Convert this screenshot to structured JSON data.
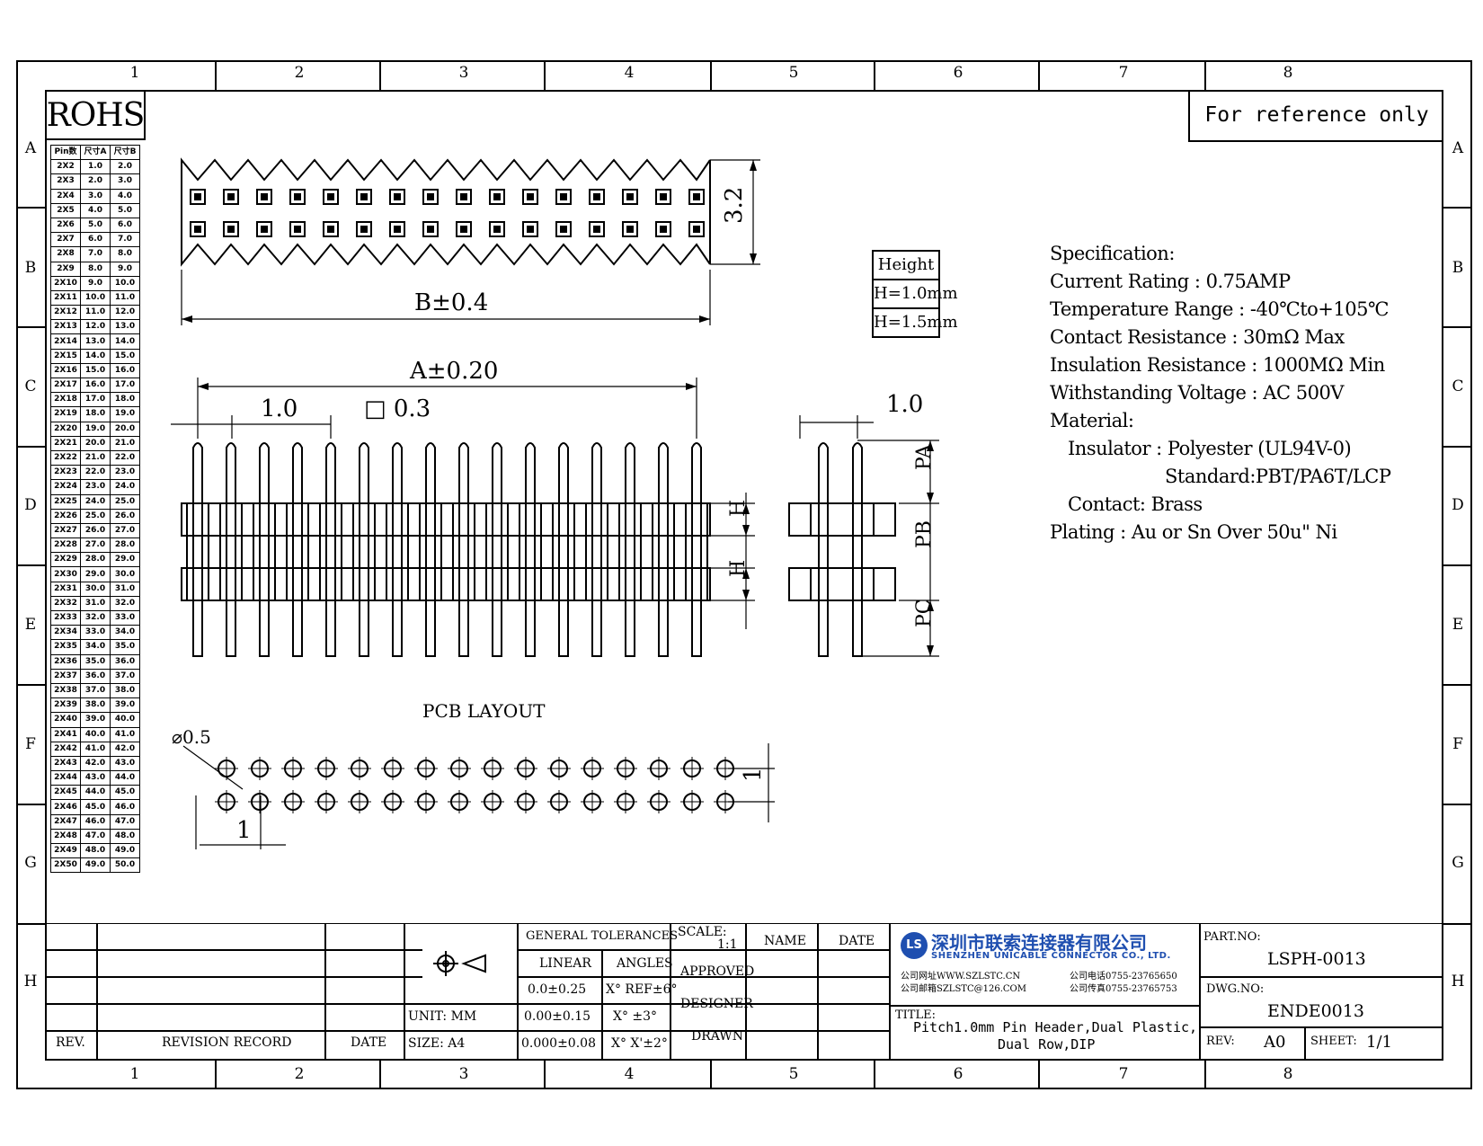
{
  "frame": {
    "col_numbers": [
      "1",
      "2",
      "3",
      "4",
      "5",
      "6",
      "7",
      "8"
    ],
    "row_letters": [
      "A",
      "B",
      "C",
      "D",
      "E",
      "F",
      "G",
      "H"
    ]
  },
  "rohs_label": "ROHS",
  "reference_note": "For reference only",
  "size_table": {
    "headers": [
      "Pin数",
      "尺寸A",
      "尺寸B"
    ],
    "rows": [
      [
        "2X2",
        "1.0",
        "2.0"
      ],
      [
        "2X3",
        "2.0",
        "3.0"
      ],
      [
        "2X4",
        "3.0",
        "4.0"
      ],
      [
        "2X5",
        "4.0",
        "5.0"
      ],
      [
        "2X6",
        "5.0",
        "6.0"
      ],
      [
        "2X7",
        "6.0",
        "7.0"
      ],
      [
        "2X8",
        "7.0",
        "8.0"
      ],
      [
        "2X9",
        "8.0",
        "9.0"
      ],
      [
        "2X10",
        "9.0",
        "10.0"
      ],
      [
        "2X11",
        "10.0",
        "11.0"
      ],
      [
        "2X12",
        "11.0",
        "12.0"
      ],
      [
        "2X13",
        "12.0",
        "13.0"
      ],
      [
        "2X14",
        "13.0",
        "14.0"
      ],
      [
        "2X15",
        "14.0",
        "15.0"
      ],
      [
        "2X16",
        "15.0",
        "16.0"
      ],
      [
        "2X17",
        "16.0",
        "17.0"
      ],
      [
        "2X18",
        "17.0",
        "18.0"
      ],
      [
        "2X19",
        "18.0",
        "19.0"
      ],
      [
        "2X20",
        "19.0",
        "20.0"
      ],
      [
        "2X21",
        "20.0",
        "21.0"
      ],
      [
        "2X22",
        "21.0",
        "22.0"
      ],
      [
        "2X23",
        "22.0",
        "23.0"
      ],
      [
        "2X24",
        "23.0",
        "24.0"
      ],
      [
        "2X25",
        "24.0",
        "25.0"
      ],
      [
        "2X26",
        "25.0",
        "26.0"
      ],
      [
        "2X27",
        "26.0",
        "27.0"
      ],
      [
        "2X28",
        "27.0",
        "28.0"
      ],
      [
        "2X29",
        "28.0",
        "29.0"
      ],
      [
        "2X30",
        "29.0",
        "30.0"
      ],
      [
        "2X31",
        "30.0",
        "31.0"
      ],
      [
        "2X32",
        "31.0",
        "32.0"
      ],
      [
        "2X33",
        "32.0",
        "33.0"
      ],
      [
        "2X34",
        "33.0",
        "34.0"
      ],
      [
        "2X35",
        "34.0",
        "35.0"
      ],
      [
        "2X36",
        "35.0",
        "36.0"
      ],
      [
        "2X37",
        "36.0",
        "37.0"
      ],
      [
        "2X38",
        "37.0",
        "38.0"
      ],
      [
        "2X39",
        "38.0",
        "39.0"
      ],
      [
        "2X40",
        "39.0",
        "40.0"
      ],
      [
        "2X41",
        "40.0",
        "41.0"
      ],
      [
        "2X42",
        "41.0",
        "42.0"
      ],
      [
        "2X43",
        "42.0",
        "43.0"
      ],
      [
        "2X44",
        "43.0",
        "44.0"
      ],
      [
        "2X45",
        "44.0",
        "45.0"
      ],
      [
        "2X46",
        "45.0",
        "46.0"
      ],
      [
        "2X47",
        "46.0",
        "47.0"
      ],
      [
        "2X48",
        "47.0",
        "48.0"
      ],
      [
        "2X49",
        "48.0",
        "49.0"
      ],
      [
        "2X50",
        "49.0",
        "50.0"
      ]
    ]
  },
  "dimensions": {
    "top_height": "3.2",
    "b_dim": "B±0.4",
    "a_dim": "A±0.20",
    "pitch": "1.0",
    "pin_square": "□ 0.3",
    "side_pitch": "1.0",
    "h_label": "H",
    "pa_label": "PA",
    "pb_label": "PB",
    "pc_label": "PC",
    "pcb_title": "PCB LAYOUT",
    "hole_dia": "⌀0.5",
    "pcb_pitch_x": "1",
    "pcb_pitch_y": "1"
  },
  "height_table": {
    "header": "Height",
    "rows": [
      "H=1.0mm",
      "H=1.5mm"
    ]
  },
  "specification": [
    "Specification:",
    "Current Rating : 0.75AMP",
    "Temperature Range : -40℃to+105℃",
    "Contact Resistance : 30mΩ Max",
    "Insulation Resistance : 1000MΩ Min",
    "Withstanding Voltage : AC 500V",
    "Material:",
    "Insulator : Polyester (UL94V-0)",
    "Standard:PBT/PA6T/LCP",
    "Contact: Brass",
    "Plating : Au or Sn Over 50u\" Ni"
  ],
  "title_block": {
    "rev_header": "REV.",
    "revision_record": "REVISION RECORD",
    "date_header": "DATE",
    "general_tolerances": "GENERAL TOLERANCES",
    "linear": "LINEAR",
    "angles": "ANGLES",
    "linear_values": [
      "0.0±0.25",
      "0.00±0.15",
      "0.000±0.08"
    ],
    "angle_values": [
      "X° REF±6°",
      "X° ±3°",
      "X° X'±2°"
    ],
    "unit": "UNIT: MM",
    "size": "SIZE: A4",
    "scale_label": "SCALE:",
    "scale_value": "1:1",
    "name": "NAME",
    "date": "DATE",
    "approved": "APPROVED",
    "designer": "DESIGNER",
    "drawn": "DRAWN",
    "company_cn": "深圳市联索连接器有限公司",
    "company_en": "SHENZHEN UNICABLE CONNECTOR CO., LTD.",
    "website": "公司网址WWW.SZLSTC.CN",
    "email": "公司邮箱SZLSTC@126.COM",
    "phone": "公司电话0755-23765650",
    "fax": "公司传真0755-23765753",
    "title_label": "TITLE:",
    "title_line1": "Pitch1.0mm Pin Header,Dual Plastic,",
    "title_line2": "Dual Row,DIP",
    "part_no_label": "PART.NO:",
    "part_no": "LSPH-0013",
    "dwg_no_label": "DWG.NO:",
    "dwg_no": "ENDE0013",
    "rev_label": "REV:",
    "rev_value": "A0",
    "sheet_label": "SHEET:",
    "sheet_value": "1/1",
    "logo_text": "LS",
    "brand_color": "#1f4fb0"
  }
}
